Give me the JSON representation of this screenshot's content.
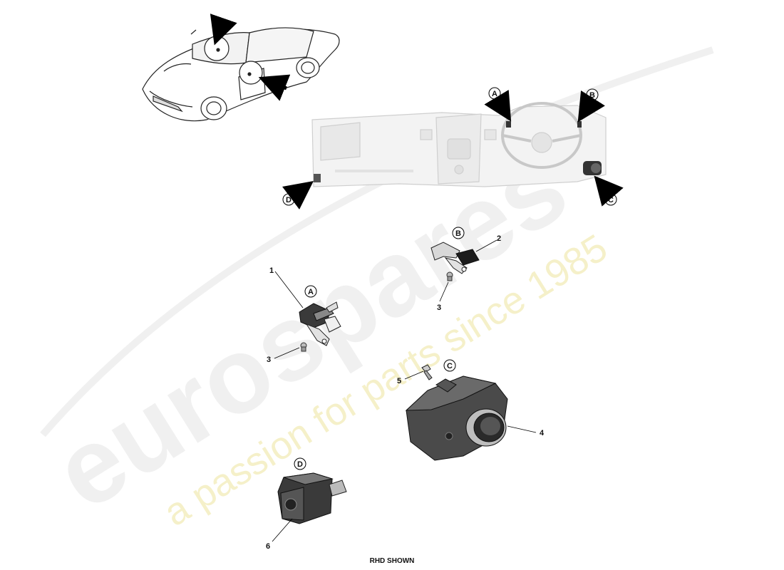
{
  "watermark": {
    "brand": "eurospares",
    "tagline": "a passion for parts since 1985",
    "brand_color": "#cfcfcf",
    "tagline_color": "#e9e08a"
  },
  "callouts": {
    "A": "A",
    "B": "B",
    "C": "C",
    "D": "D"
  },
  "parts": {
    "p1": "1",
    "p2": "2",
    "p3a": "3",
    "p3b": "3",
    "p4": "4",
    "p5": "5",
    "p6": "6"
  },
  "footer": "RHD SHOWN"
}
